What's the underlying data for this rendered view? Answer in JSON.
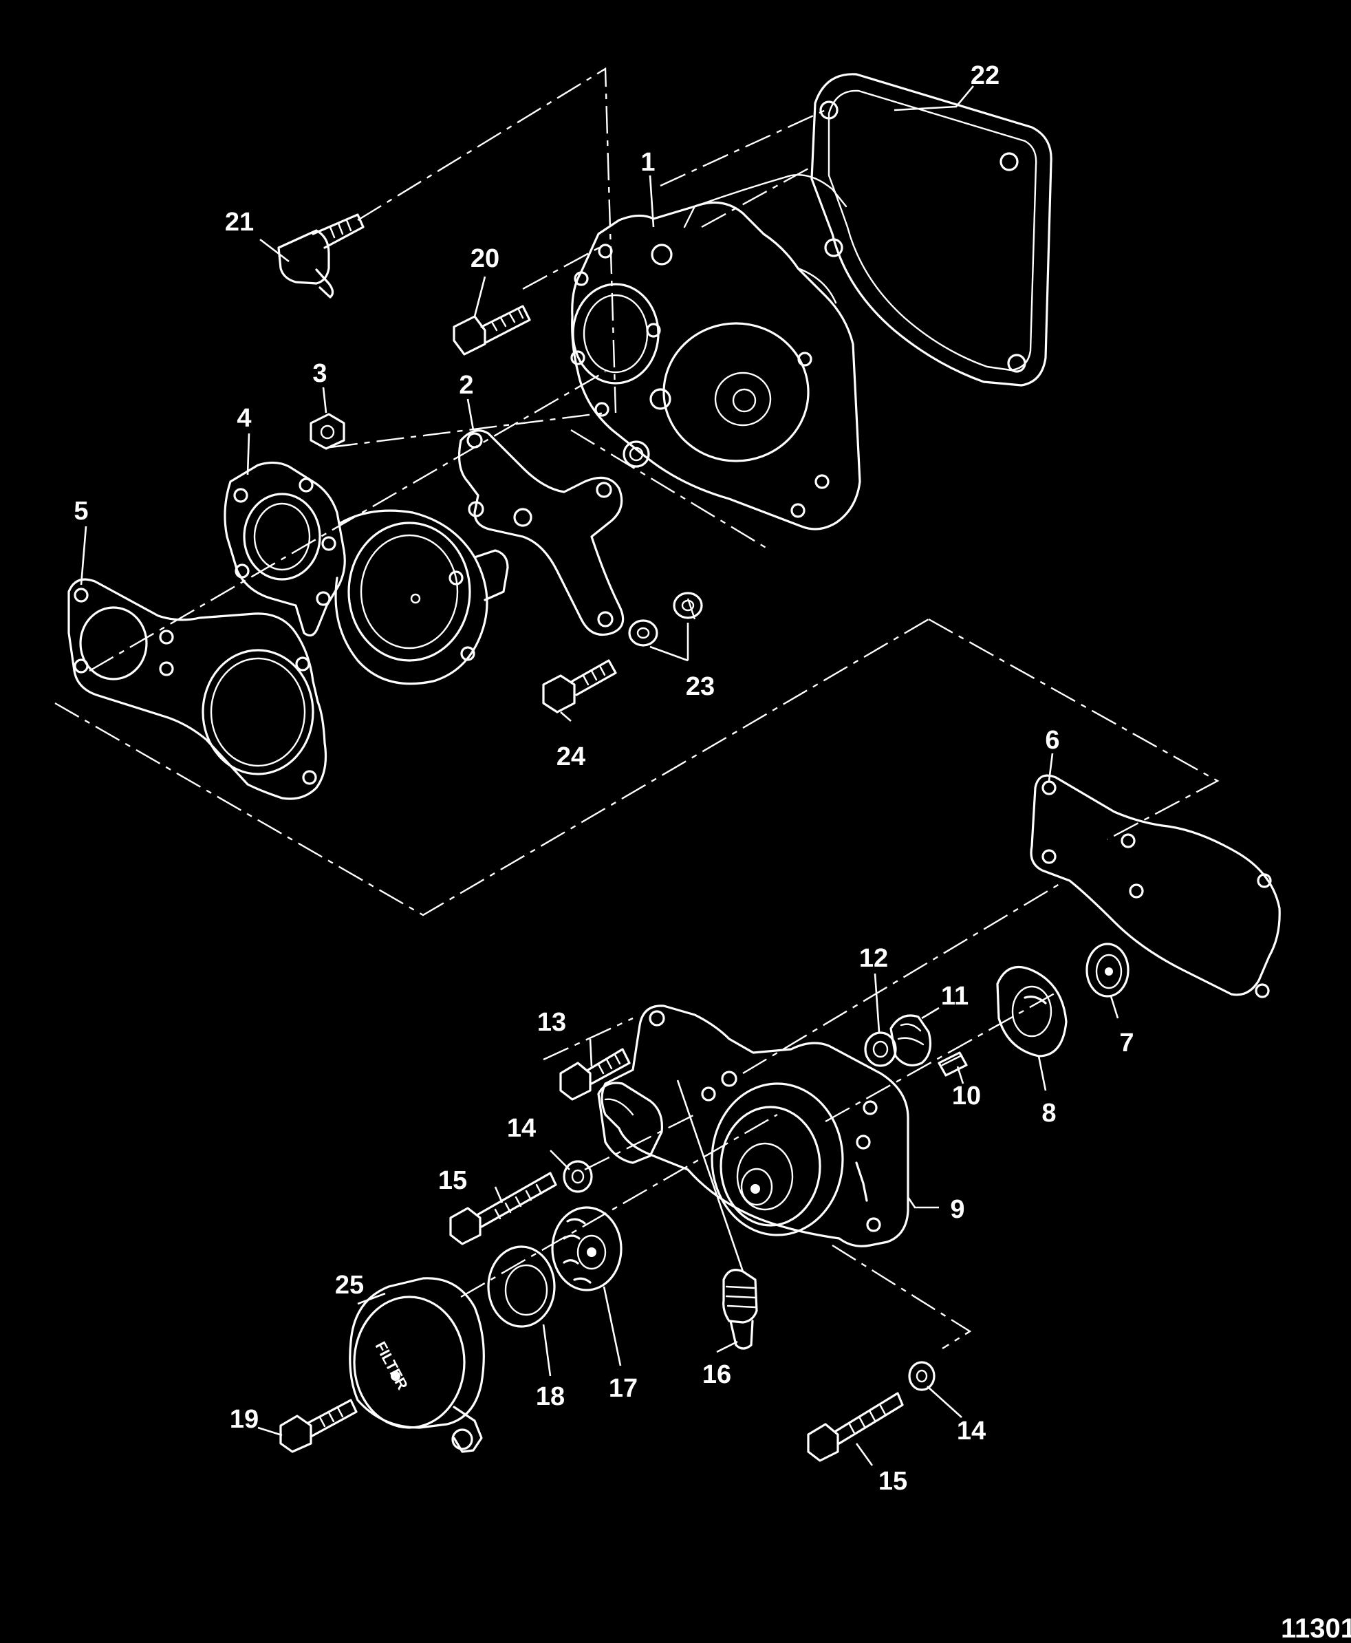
{
  "callouts": {
    "c1": "1",
    "c2": "2",
    "c3": "3",
    "c4": "4",
    "c5": "5",
    "c6": "6",
    "c7": "7",
    "c8": "8",
    "c9": "9",
    "c10": "10",
    "c11": "11",
    "c12": "12",
    "c13": "13",
    "c14a": "14",
    "c14b": "14",
    "c15a": "15",
    "c15b": "15",
    "c16": "16",
    "c17": "17",
    "c18": "18",
    "c19": "19",
    "c20": "20",
    "c21": "21",
    "c22": "22",
    "c23": "23",
    "c24": "24",
    "c25": "25"
  },
  "filter_stamp": "FILTER",
  "figure_number": "11301"
}
